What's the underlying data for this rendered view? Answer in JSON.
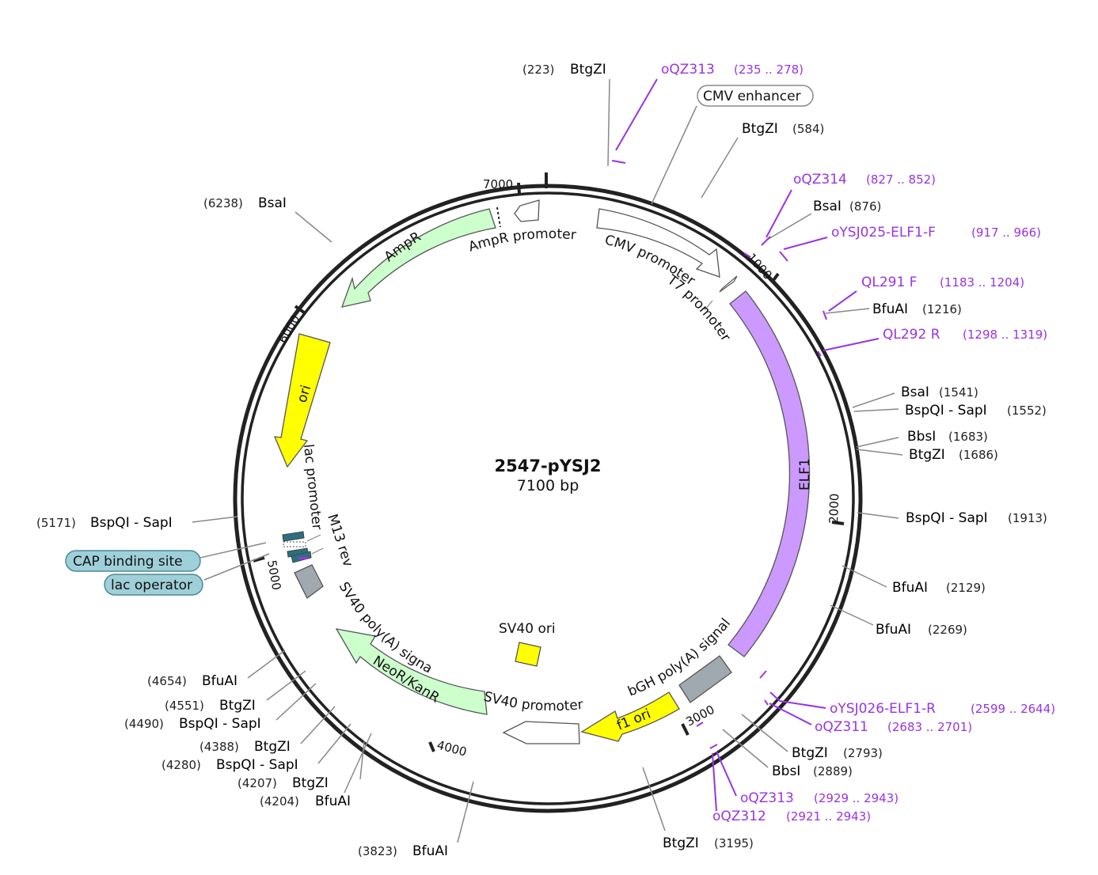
{
  "plasmid": {
    "name": "2547-pYSJ2",
    "length_label": "7100 bp",
    "length": 7100
  },
  "ticks": [
    {
      "pos": 1000,
      "label": "1000"
    },
    {
      "pos": 2000,
      "label": "2000"
    },
    {
      "pos": 3000,
      "label": "3000"
    },
    {
      "pos": 4000,
      "label": "4000"
    },
    {
      "pos": 5000,
      "label": "5000"
    },
    {
      "pos": 6000,
      "label": "6000"
    },
    {
      "pos": 7000,
      "label": "7000"
    }
  ],
  "sites": [
    {
      "name": "BtgZI",
      "pos_label": "(223)"
    },
    {
      "name": "BtgZI",
      "pos_label": "(584)"
    },
    {
      "name": "BsaI",
      "pos_label": "(876)"
    },
    {
      "name": "BfuAI",
      "pos_label": "(1216)"
    },
    {
      "name": "BsaI",
      "pos_label": "(1541)"
    },
    {
      "name": "BspQI - SapI",
      "pos_label": "(1552)"
    },
    {
      "name": "BbsI",
      "pos_label": "(1683)"
    },
    {
      "name": "BtgZI",
      "pos_label": "(1686)"
    },
    {
      "name": "BspQI - SapI",
      "pos_label": "(1913)"
    },
    {
      "name": "BfuAI",
      "pos_label": "(2129)"
    },
    {
      "name": "BfuAI",
      "pos_label": "(2269)"
    },
    {
      "name": "BtgZI",
      "pos_label": "(2793)"
    },
    {
      "name": "BbsI",
      "pos_label": "(2889)"
    },
    {
      "name": "BtgZI",
      "pos_label": "(3195)"
    },
    {
      "name": "BfuAI",
      "pos_label": "(3823)"
    },
    {
      "name": "BfuAI",
      "pos_label": "(4204)"
    },
    {
      "name": "BtgZI",
      "pos_label": "(4207)"
    },
    {
      "name": "BspQI - SapI",
      "pos_label": "(4280)"
    },
    {
      "name": "BtgZI",
      "pos_label": "(4388)"
    },
    {
      "name": "BspQI - SapI",
      "pos_label": "(4490)"
    },
    {
      "name": "BtgZI",
      "pos_label": "(4551)"
    },
    {
      "name": "BfuAI",
      "pos_label": "(4654)"
    },
    {
      "name": "BspQI - SapI",
      "pos_label": "(5171)"
    },
    {
      "name": "BsaI",
      "pos_label": "(6238)"
    }
  ],
  "primers": [
    {
      "name": "oQZ313",
      "pos_label": "(235 .. 278)"
    },
    {
      "name": "oQZ314",
      "pos_label": "(827 .. 852)"
    },
    {
      "name": "oYSJ025-ELF1-F",
      "pos_label": "(917 .. 966)"
    },
    {
      "name": "QL291 F",
      "pos_label": "(1183 .. 1204)"
    },
    {
      "name": "QL292 R",
      "pos_label": "(1298 .. 1319)"
    },
    {
      "name": "oYSJ026-ELF1-R",
      "pos_label": "(2599 .. 2644)"
    },
    {
      "name": "oQZ311",
      "pos_label": "(2683 .. 2701)"
    },
    {
      "name": "oQZ313",
      "pos_label": "(2929 .. 2943)"
    },
    {
      "name": "oQZ312",
      "pos_label": "(2921 .. 2943)"
    }
  ],
  "features": [
    {
      "name": "CMV enhancer",
      "color": "#ffffff",
      "boxed": true
    },
    {
      "name": "CMV promoter",
      "color": "#ffffff"
    },
    {
      "name": "T7 promoter",
      "color": "#ffffff"
    },
    {
      "name": "ELF1",
      "color": "#cc99ff"
    },
    {
      "name": "bGH poly(A) signal",
      "color": "#a0a8b0"
    },
    {
      "name": "f1 ori",
      "color": "#ffff00"
    },
    {
      "name": "SV40 promoter",
      "color": "#ffffff"
    },
    {
      "name": "SV40 ori",
      "color": "#ffff00"
    },
    {
      "name": "NeoR/KanR",
      "color": "#ccffcc"
    },
    {
      "name": "SV40 poly(A) signal",
      "color": "#a0a8b0"
    },
    {
      "name": "M13 rev",
      "color": "#ffffff"
    },
    {
      "name": "lac promoter",
      "color": "#ffffff"
    },
    {
      "name": "lac operator",
      "color": "#9fcfd8",
      "boxed": true
    },
    {
      "name": "CAP binding site",
      "color": "#9fcfd8",
      "boxed": true
    },
    {
      "name": "ori",
      "color": "#ffff00"
    },
    {
      "name": "AmpR",
      "color": "#ccffcc"
    },
    {
      "name": "AmpR promoter",
      "color": "#ffffff"
    }
  ],
  "colors": {
    "backbone": "#222222",
    "primer": "#9933e0",
    "site_line": "#888888"
  }
}
